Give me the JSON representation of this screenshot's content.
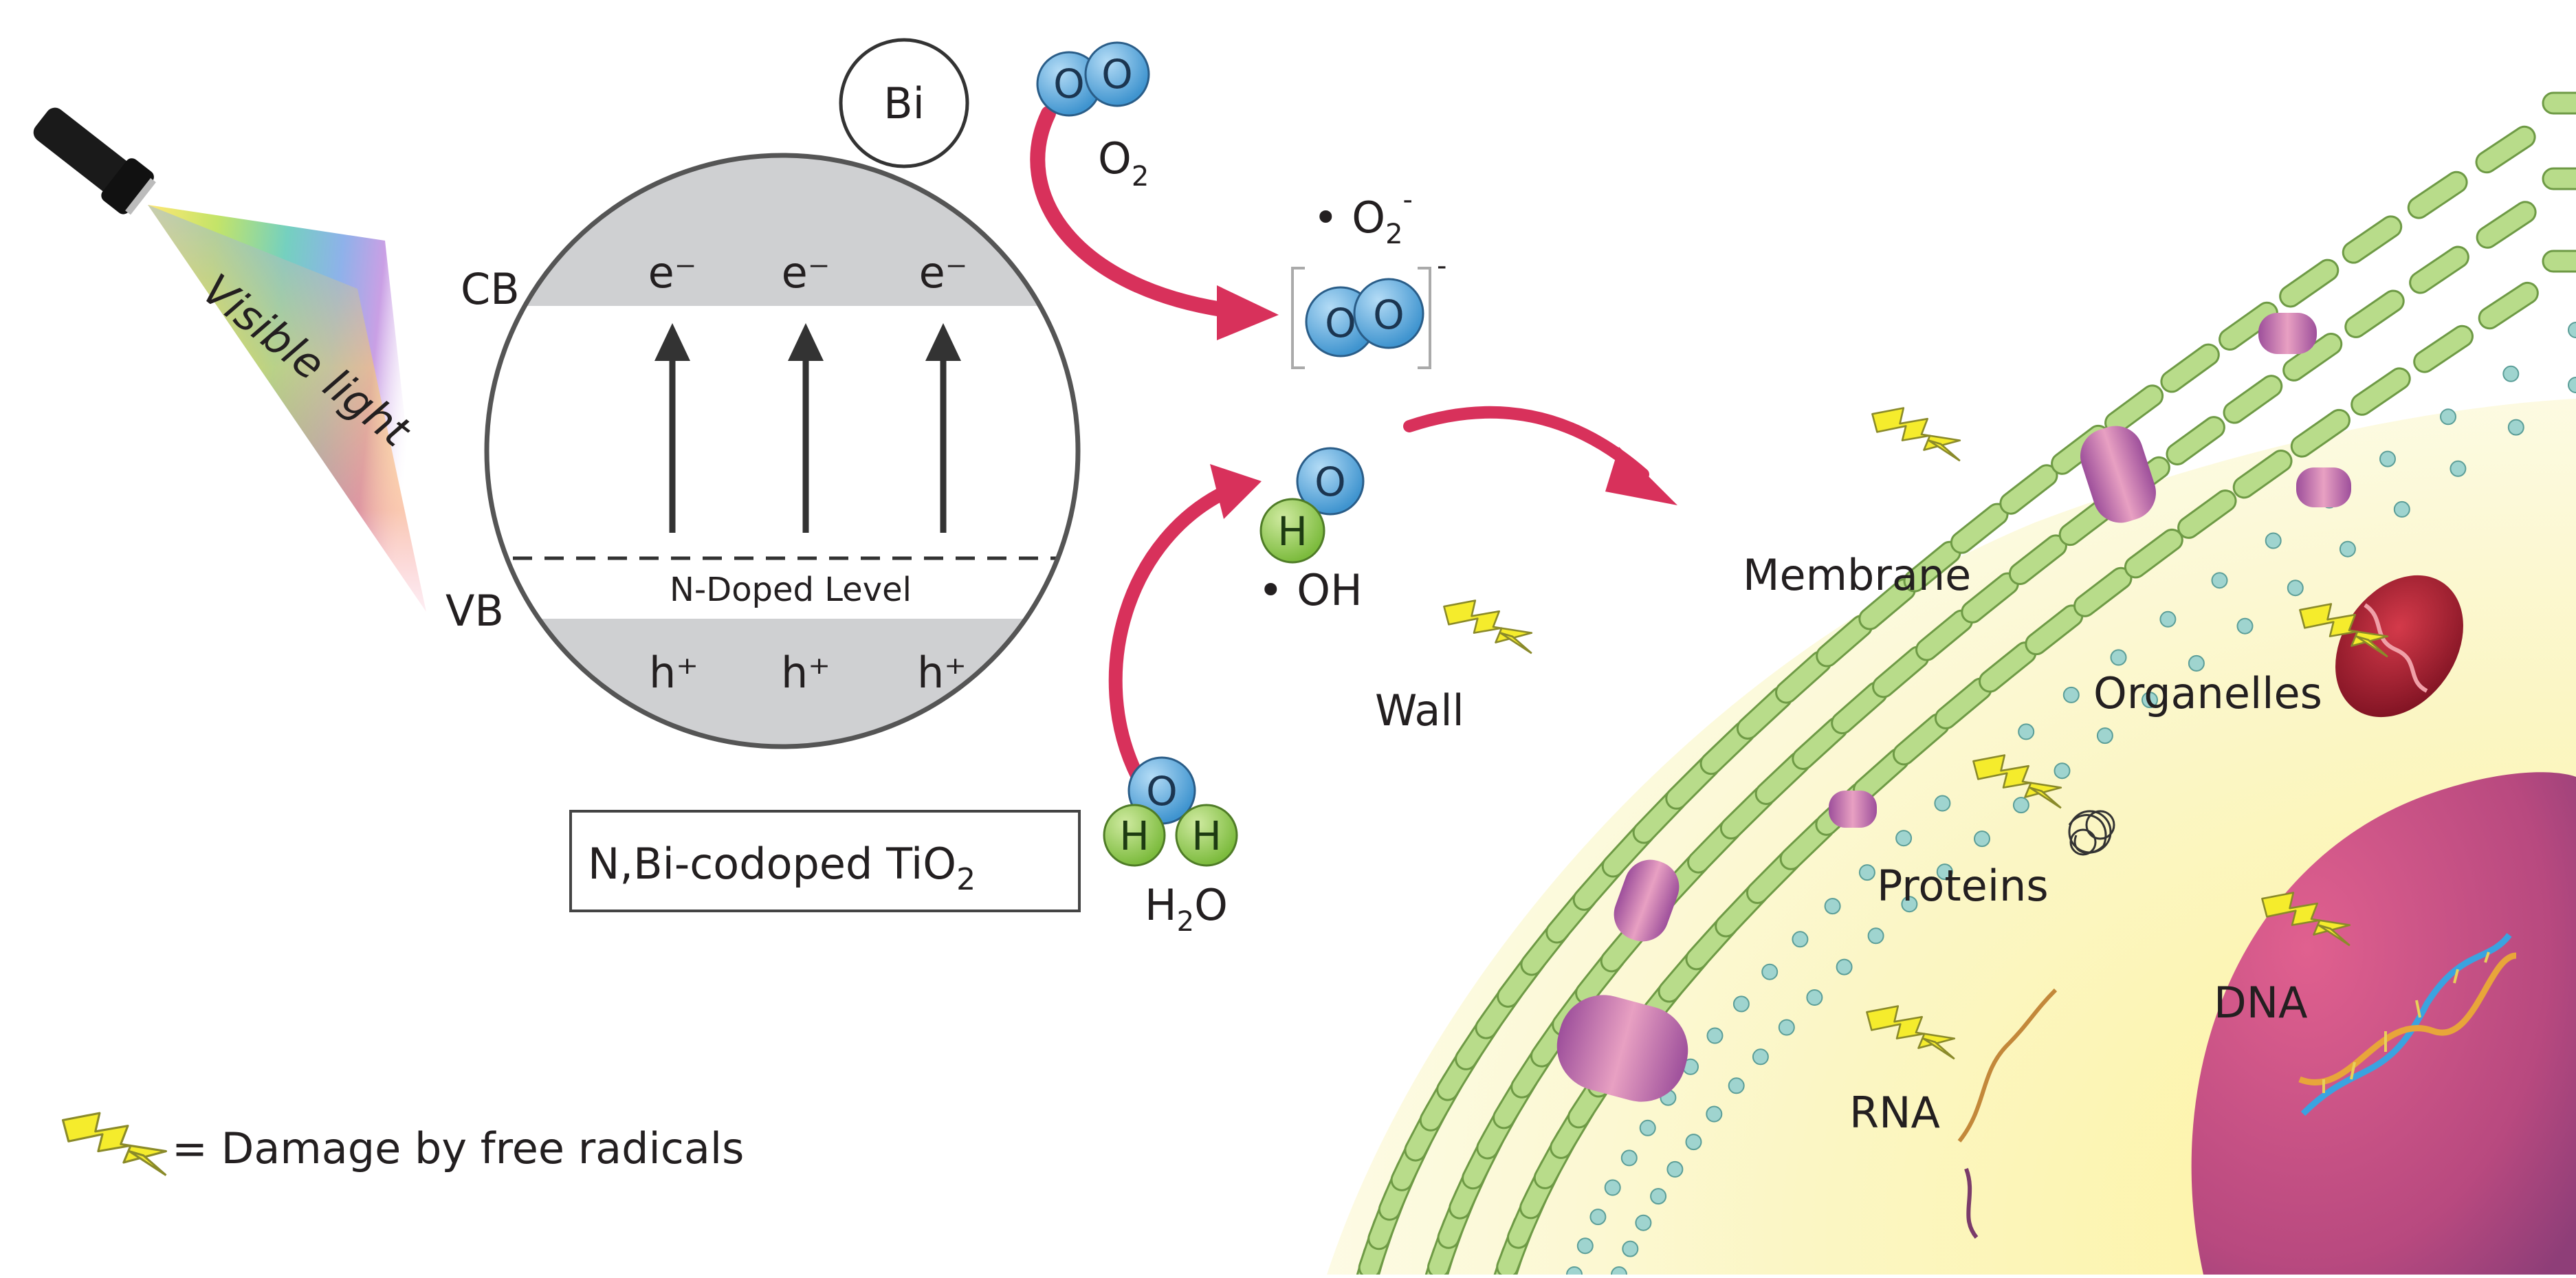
{
  "light": {
    "label": "Visible light"
  },
  "particle": {
    "bi_label": "Bi",
    "cb_label": "CB",
    "vb_label": "VB",
    "electron": "e⁻",
    "hole": "h⁺",
    "level_label": "N-Doped Level",
    "caption_prefix": "N,Bi-codoped TiO",
    "caption_sub": "2"
  },
  "molecules": {
    "o_atom": "O",
    "h_atom": "H",
    "o2_main": "O",
    "o2_sub": "2",
    "superoxide_prefix": "• O",
    "superoxide_sub": "2",
    "superoxide_sup": "-",
    "bracket_charge": "-",
    "hydroxyl": "• OH",
    "water_h": "H",
    "water_sub": "2",
    "water_o": "O"
  },
  "cell": {
    "wall": "Wall",
    "membrane": "Membrane",
    "organelles": "Organelles",
    "proteins": "Proteins",
    "rna": "RNA",
    "dna": "DNA"
  },
  "legend": {
    "text": "= Damage by free radicals"
  },
  "colors": {
    "arrow": "#d8315b",
    "band": "#cfd0d2",
    "atom_o": "#4a9fd5",
    "atom_h": "#8fca4f",
    "cytoplasm": "#faf6c8",
    "nucleus": "#b64a86",
    "bolt": "#f3e92c"
  }
}
